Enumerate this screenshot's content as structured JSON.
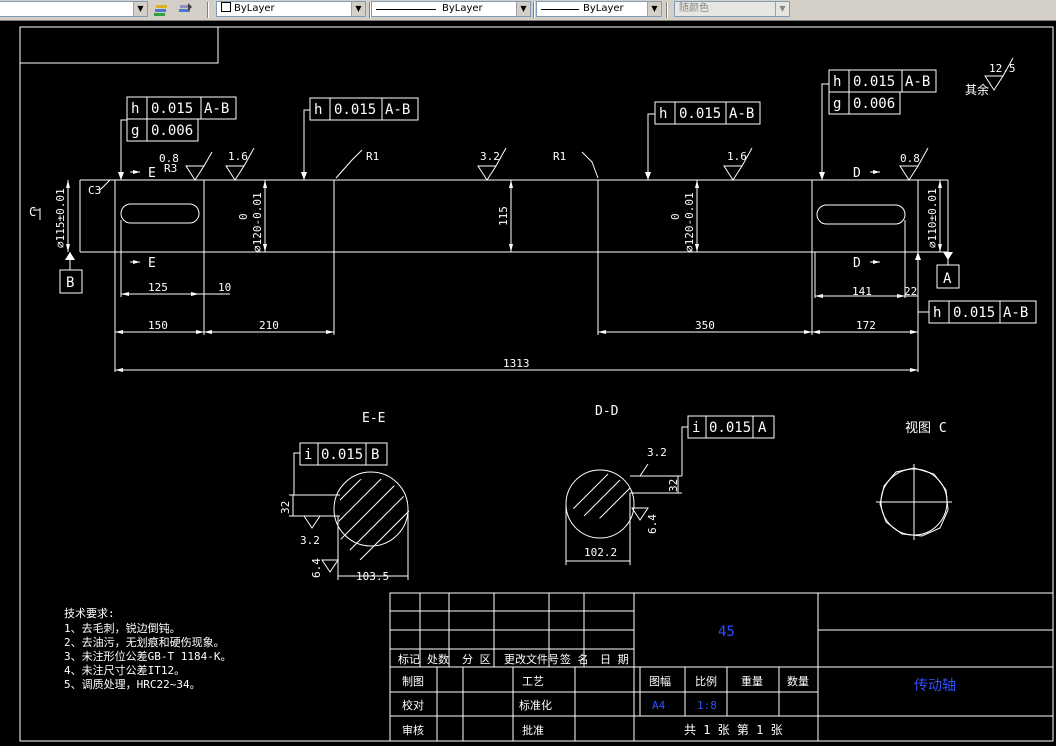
{
  "toolbar": {
    "layer_value": "ByLayer",
    "linetype_value": "ByLayer",
    "lineweight_value": "ByLayer",
    "plotstyle_value": "随颜色",
    "layers_icon": "layers-icon",
    "layer_previous_icon": "layer-previous-icon"
  },
  "drawing": {
    "fcf_top_left_1": {
      "sym": "h",
      "val": "0.015",
      "ref": "A-B"
    },
    "fcf_top_left_2": {
      "sym": "g",
      "val": "0.006"
    },
    "fcf_top_mid_left": {
      "sym": "h",
      "val": "0.015",
      "ref": "A-B"
    },
    "fcf_top_mid_right": {
      "sym": "h",
      "val": "0.015",
      "ref": "A-B"
    },
    "fcf_top_right_1": {
      "sym": "h",
      "val": "0.015",
      "ref": "A-B"
    },
    "fcf_top_right_2": {
      "sym": "g",
      "val": "0.006"
    },
    "fcf_right_mid": {
      "sym": "h",
      "val": "0.015",
      "ref": "A-B"
    },
    "fcf_section_e": {
      "sym": "i",
      "val": "0.015",
      "ref": "B"
    },
    "fcf_section_d": {
      "sym": "i",
      "val": "0.015",
      "ref": "A"
    },
    "roughness_rest": "12.5",
    "rest_label": "其余",
    "roughness": {
      "r08a": "0.8",
      "r16a": "1.6",
      "r32": "3.2",
      "r16b": "1.6",
      "r08b": "0.8",
      "r32e": "3.2",
      "r64e": "6.4",
      "r32d": "3.2",
      "r64d": "6.4"
    },
    "labels": {
      "C3": "C3",
      "R1a": "R1",
      "R1b": "R1",
      "E1": "E",
      "E2": "E",
      "D1": "D",
      "D2": "D",
      "datumA": "A",
      "datumB": "B",
      "R3": "R3",
      "C": "C"
    },
    "dims": {
      "d115": "⌀115±0.01",
      "d120a": "⌀120-0.01",
      "d115c": "115",
      "d120b": "⌀120-0.01",
      "d110": "⌀110±0.01",
      "zero_a": "0",
      "zero_b": "0",
      "l125": "125",
      "l10": "10",
      "l141": "141",
      "l22": "22",
      "l150": "150",
      "l210": "210",
      "l350": "350",
      "l172": "172",
      "l1313": "1313",
      "s32e": "32",
      "s103": "103.5",
      "s32d": "32",
      "s102": "102.2"
    },
    "section_ee": "E-E",
    "section_dd": "D-D",
    "view_c": "视图 C",
    "tech": {
      "title": "技术要求:",
      "items": [
        "1、去毛刺，锐边倒钝。",
        "2、去油污，无划痕和硬伤现象。",
        "3、未注形位公差GB-T 1184-K。",
        "4、未注尺寸公差IT12。",
        "5、调质处理，HRC22~34。"
      ]
    },
    "title_block": {
      "material": "45",
      "part_name": "传动轴",
      "hdr": [
        "标记",
        "处数",
        "分 区",
        "更改文件号",
        "签 名",
        "日 期"
      ],
      "rows": [
        "制图",
        "校对",
        "审核"
      ],
      "rows2": [
        "工艺",
        "标准化",
        "批准"
      ],
      "col_labels": [
        "图幅",
        "比例",
        "重量",
        "数量"
      ],
      "size": "A4",
      "scale": "1:8",
      "sheets": "共 1 张   第 1 张"
    }
  }
}
